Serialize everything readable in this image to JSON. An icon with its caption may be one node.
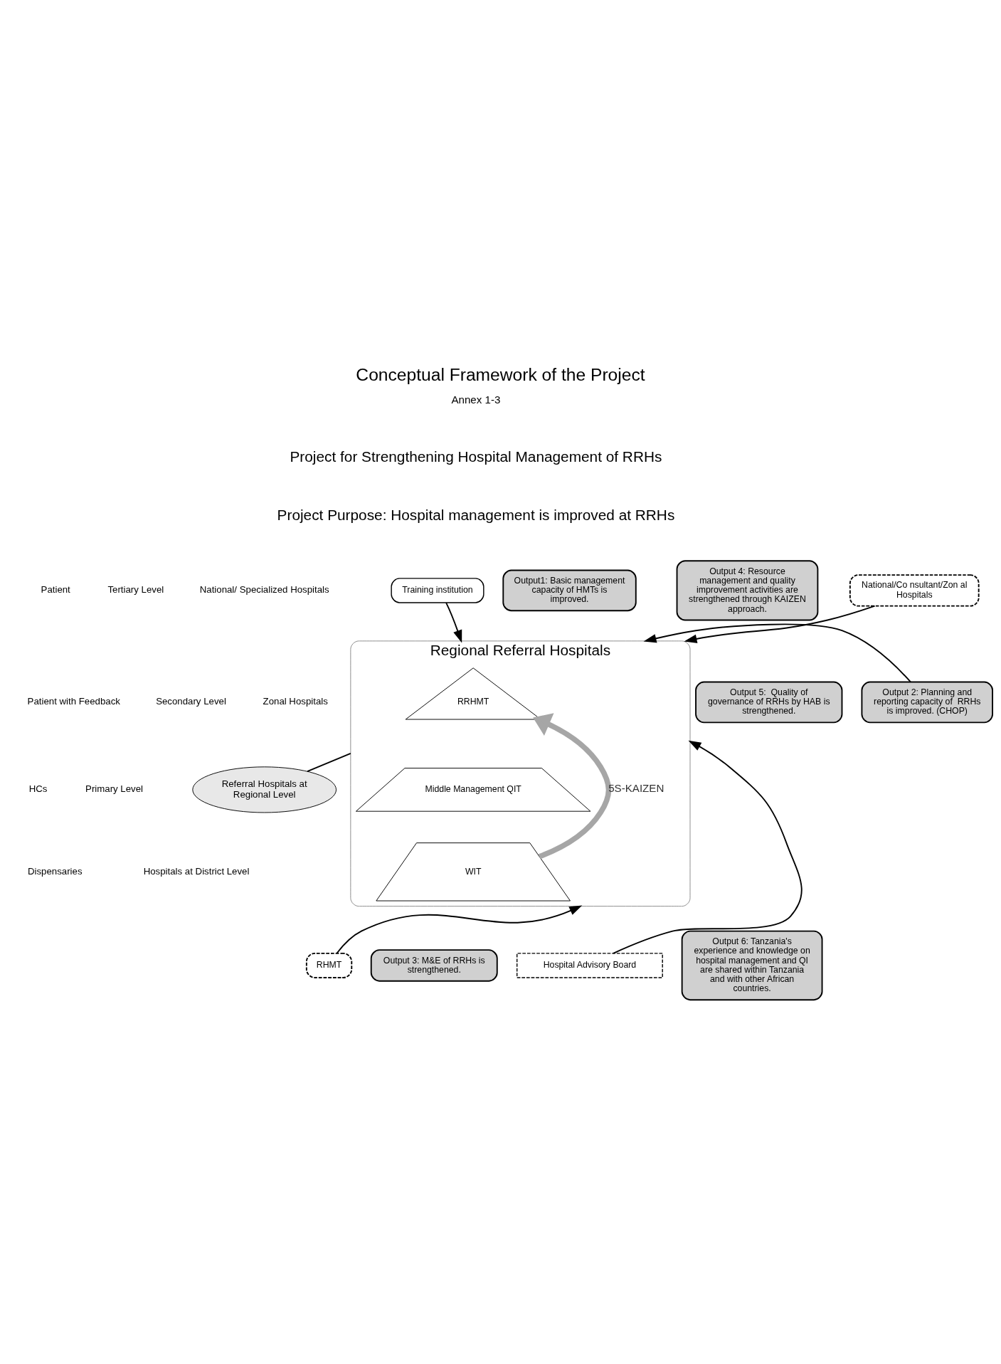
{
  "diagram": {
    "title": "Conceptual Framework of the Project",
    "nodes": [
      {
        "text": [
          "Referral Hospitals at Regional Level"
        ]
      },
      {
        "text": [
          "Training institution"
        ]
      },
      {
        "text": [
          "Output1: Basic management capacity of HMTs is improved."
        ]
      },
      {
        "text": [
          "Regional Referral Hospitals"
        ]
      },
      {
        "text": [
          "RRHMT"
        ],
        "in": 3
      },
      {
        "text": [
          "Middle Management QIT"
        ],
        "in": 3
      },
      {
        "text": [
          "WIT"
        ],
        "in": 3
      },
      {
        "text": [
          "Output 2: Planning and reporting capacity of  RRHs is improved. (CHOP)"
        ]
      },
      {
        "text": [
          "RHMT"
        ]
      },
      {
        "text": [
          "Output 3: M&E of RRHs is strengthened."
        ]
      },
      {
        "text": [
          "Output 4: Resource management and quality improvement activities are strengthened through KAIZEN approach."
        ]
      },
      {
        "text": [
          "National/Co nsultant/Zon al Hospitals"
        ]
      },
      {
        "text": [
          "Output 5:  Quality of governance of RRHs by HAB is strengthened."
        ]
      },
      {
        "text": [
          "Hospital Advisory Board"
        ]
      },
      {
        "text": [
          "Output 6: Tanzania's experience and knowledge on hospital management and QI are shared within Tanzania and with other African countries."
        ]
      }
    ],
    "edges": [
      {
        "from": 0,
        "to": 3,
        "arrow": "none"
      },
      {
        "from": 1,
        "to": 3,
        "arrow": "to"
      },
      {
        "from": 7,
        "to": 3,
        "arrow": "to"
      },
      {
        "from": 8,
        "to": 3,
        "arrow": "to"
      },
      {
        "from": 11,
        "to": 3,
        "arrow": "to"
      },
      {
        "from": 13,
        "to": 3,
        "arrow": "to"
      },
      {
        "from": 6,
        "to": 4,
        "arrow": "to",
        "label": "5S-KAIZEN",
        "style": "thick",
        "color": "#a6a6a6"
      }
    ],
    "labels": [
      "Annex 1-3",
      "Project for Strengthening Hospital Management of RRHs",
      "Project Purpose: Hospital management is improved at RRHs",
      "Tertiary Level",
      "Secondary Level",
      "Primary Level",
      "National/ Specialized Hospitals",
      "Zonal Hospitals",
      "Hospitals at District Level",
      "Patient",
      "Patient with Feedback",
      "HCs",
      "Dispensaries"
    ]
  }
}
